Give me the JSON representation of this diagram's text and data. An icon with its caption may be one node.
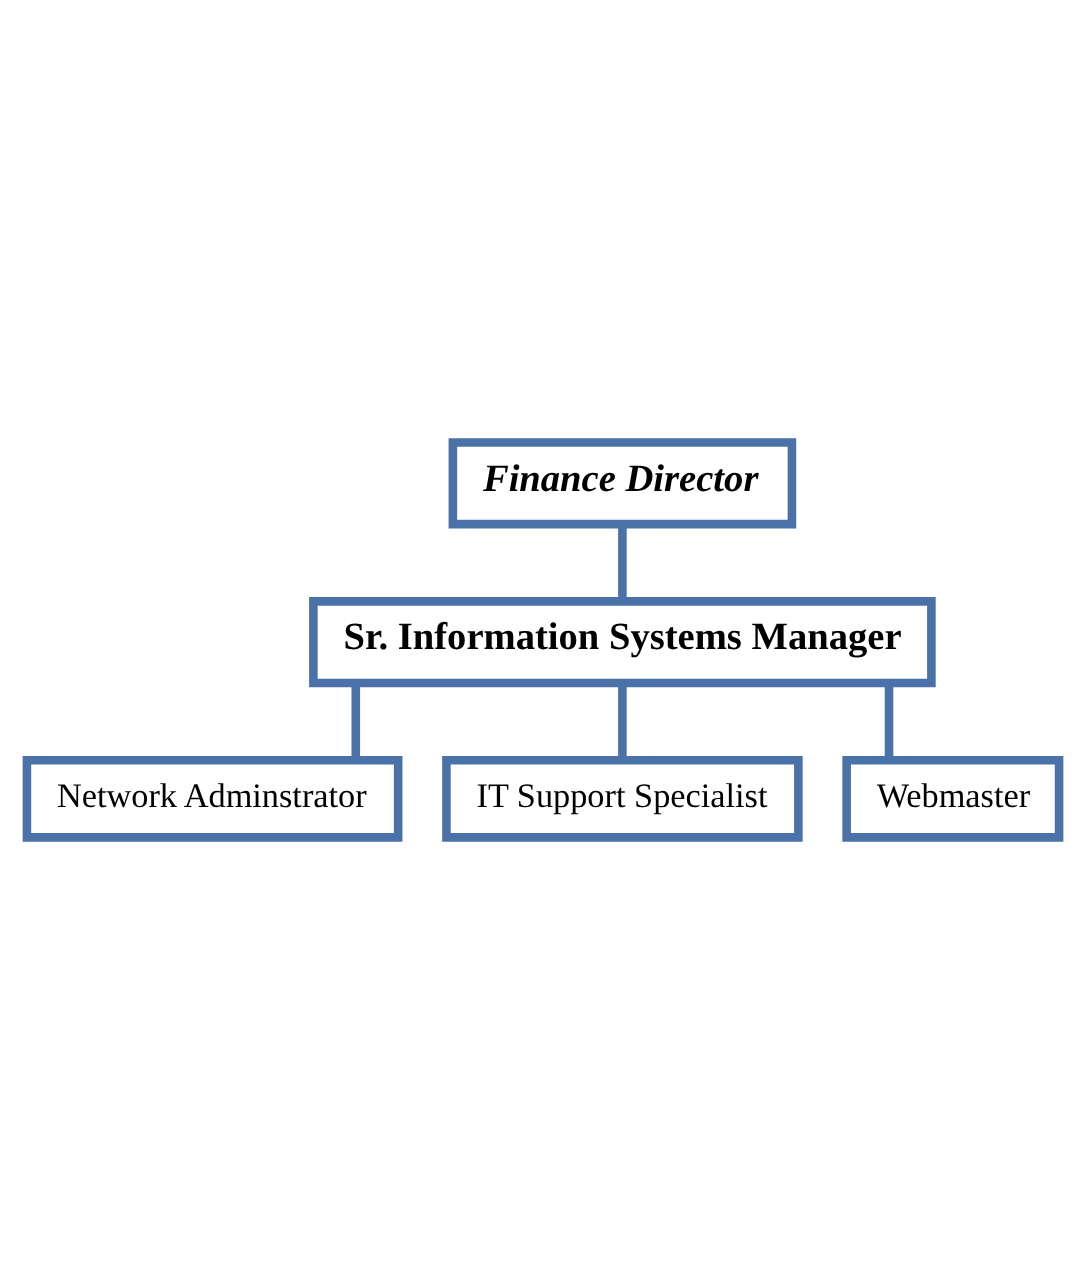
{
  "diagram": {
    "nodes": [
      {
        "text": [
          "Finance Director"
        ]
      },
      {
        "text": [
          "Sr. Information Systems Manager"
        ]
      },
      {
        "text": [
          "Network Adminstrator"
        ]
      },
      {
        "text": [
          "IT Support Specialist"
        ]
      },
      {
        "text": [
          "Webmaster"
        ]
      }
    ],
    "edges": [
      {
        "from": 0,
        "to": 1,
        "arrow": "none"
      },
      {
        "from": 1,
        "to": 2,
        "arrow": "none"
      },
      {
        "from": 1,
        "to": 3,
        "arrow": "none"
      },
      {
        "from": 1,
        "to": 4,
        "arrow": "none"
      }
    ]
  }
}
